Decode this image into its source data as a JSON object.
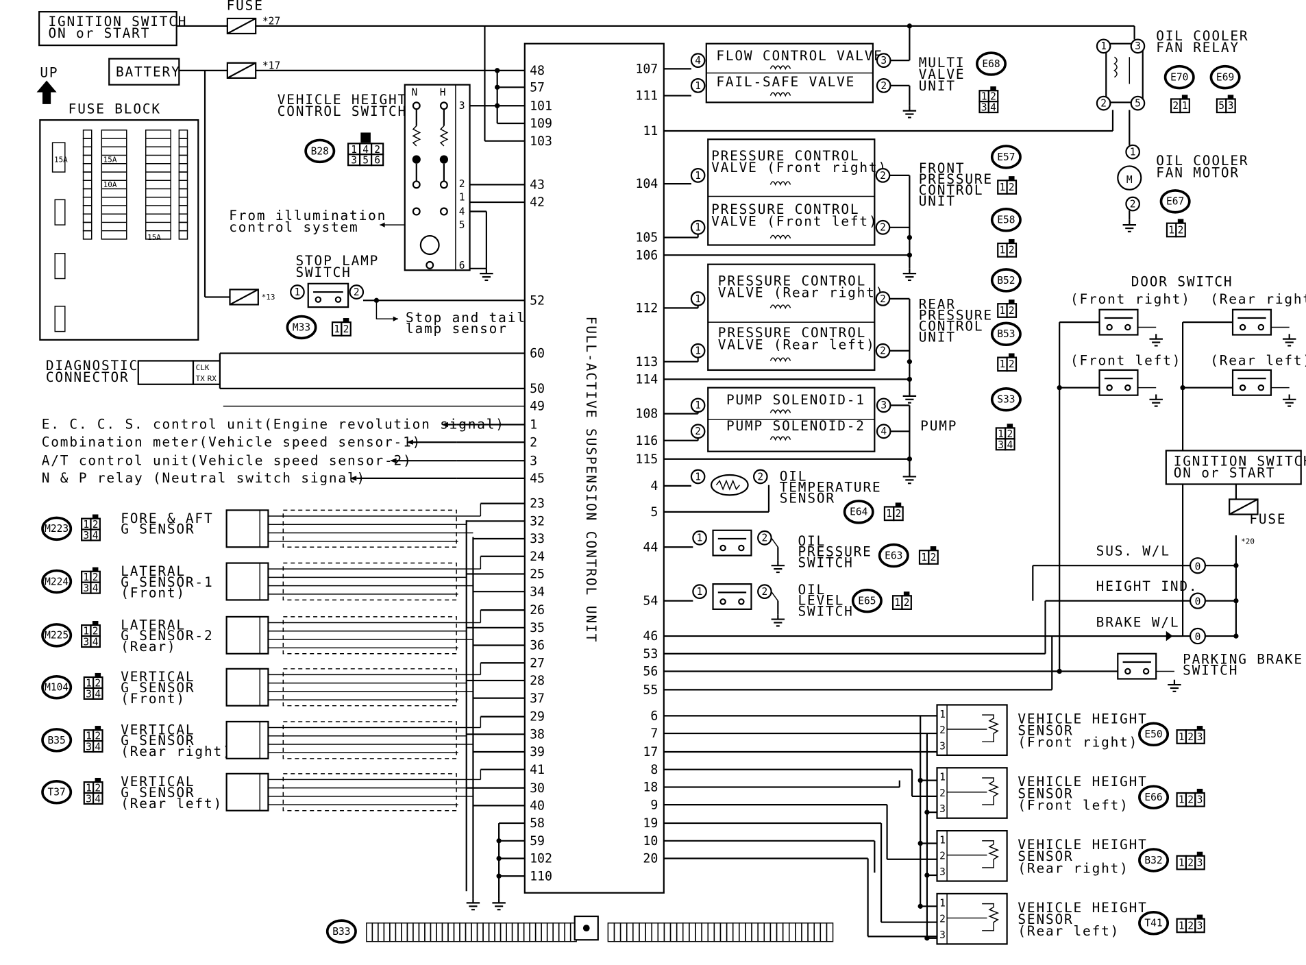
{
  "power": {
    "ign_switch": [
      "IGNITION SWITCH",
      "ON or START"
    ],
    "fuse_label": "FUSE",
    "fuse_27": "*27",
    "battery": "BATTERY",
    "fuse_17": "*17",
    "fuse_13": "*13",
    "up_label": "UP",
    "fuse_block_label": "FUSE BLOCK",
    "fuse_block_cells": [
      "15A",
      "10A",
      "15A",
      "15A"
    ]
  },
  "ecu": {
    "title": "FULL-ACTIVE SUSPENSION CONTROL UNIT",
    "left_pins": [
      "48",
      "57",
      "101",
      "109",
      "103",
      "43",
      "42",
      "52",
      "60",
      "50",
      "49",
      "1",
      "2",
      "3",
      "45",
      "23",
      "32",
      "33",
      "24",
      "25",
      "34",
      "26",
      "35",
      "36",
      "27",
      "28",
      "37",
      "29",
      "38",
      "39",
      "41",
      "30",
      "40",
      "58",
      "59",
      "102",
      "110"
    ],
    "right_pins": [
      "107",
      "111",
      "11",
      "104",
      "105",
      "106",
      "112",
      "113",
      "114",
      "108",
      "116",
      "115",
      "4",
      "5",
      "44",
      "54",
      "46",
      "53",
      "56",
      "55",
      "6",
      "7",
      "17",
      "8",
      "18",
      "9",
      "19",
      "10",
      "20"
    ],
    "connector_id": "B33"
  },
  "left_side": {
    "height_switch": [
      "VEHICLE HEIGHT",
      "CONTROL SWITCH"
    ],
    "height_switch_conn": "B28",
    "switch_cols": [
      "N",
      "H"
    ],
    "switch_pins": [
      "3",
      "2",
      "1",
      "4",
      "5",
      "6"
    ],
    "illumination": [
      "From illumination",
      "control system"
    ],
    "stop_lamp": [
      "STOP LAMP",
      "SWITCH"
    ],
    "stop_lamp_conn": "M33",
    "stop_tail": [
      "Stop and tail",
      "lamp sensor"
    ],
    "diag": [
      "DIAGNOSTIC",
      "CONNECTOR"
    ],
    "diag_pins": [
      "CLK",
      "TX",
      "RX"
    ],
    "signals": [
      "E. C. C. S.  control unit(Engine revolution signal)",
      "Combination meter(Vehicle speed sensor-1)",
      "A/T control unit(Vehicle speed sensor-2)",
      "N & P relay  (Neutral switch signal)"
    ],
    "g_sensors": [
      {
        "conn": "M223",
        "name": [
          "FORE & AFT",
          "G SENSOR"
        ]
      },
      {
        "conn": "M224",
        "name": [
          "LATERAL",
          "G SENSOR-1",
          "(Front)"
        ]
      },
      {
        "conn": "M225",
        "name": [
          "LATERAL",
          "G SENSOR-2",
          "(Rear)"
        ]
      },
      {
        "conn": "M104",
        "name": [
          "VERTICAL",
          "G SENSOR",
          "(Front)"
        ]
      },
      {
        "conn": "B35",
        "name": [
          "VERTICAL",
          "G SENSOR",
          "(Rear right)"
        ]
      },
      {
        "conn": "T37",
        "name": [
          "VERTICAL",
          "G SENSOR",
          "(Rear left)"
        ]
      }
    ]
  },
  "right_side": {
    "flow_valve": "FLOW CONTROL VALVE",
    "failsafe_valve": "FAIL-SAFE VALVE",
    "multi_valve": [
      "MULTI",
      "VALVE",
      "UNIT"
    ],
    "multi_conn": "E68",
    "oil_relay": [
      "OIL COOLER",
      "FAN RELAY"
    ],
    "relay_conns": [
      "E70",
      "E69"
    ],
    "oil_motor": [
      "OIL COOLER",
      "FAN MOTOR"
    ],
    "motor_conn": "E67",
    "pcv_fr": [
      "PRESSURE CONTROL",
      "VALVE  (Front right)"
    ],
    "pcv_fl": [
      "PRESSURE CONTROL",
      "VALVE  (Front left)"
    ],
    "front_unit": [
      "FRONT",
      "PRESSURE",
      "CONTROL",
      "UNIT"
    ],
    "front_conns": [
      "E57",
      "E58"
    ],
    "pcv_rr": [
      "PRESSURE CONTROL",
      "VALVE  (Rear right)"
    ],
    "pcv_rl": [
      "PRESSURE CONTROL",
      "VALVE  (Rear left)"
    ],
    "rear_unit": [
      "REAR",
      "PRESSURE",
      "CONTROL",
      "UNIT"
    ],
    "rear_conns": [
      "B52",
      "B53"
    ],
    "pump1": "PUMP SOLENOID-1",
    "pump2": "PUMP SOLENOID-2",
    "pump": "PUMP",
    "pump_conn": "S33",
    "oil_temp": [
      "OIL",
      "TEMPERATURE",
      "SENSOR"
    ],
    "oil_temp_conn": "E64",
    "oil_press": [
      "OIL",
      "PRESSURE",
      "SWITCH"
    ],
    "oil_press_conn": "E63",
    "oil_level": [
      "OIL",
      "LEVEL",
      "SWITCH"
    ],
    "oil_level_conn": "E65",
    "door_switch": "DOOR SWITCH",
    "door_positions": [
      "(Front right)",
      "(Rear right)",
      "(Front left)",
      "(Rear left)"
    ],
    "ign_switch2": [
      "IGNITION SWITCH",
      "ON or START"
    ],
    "fuse2": "FUSE",
    "fuse_20": "*20",
    "sus_wl": "SUS.  W/L",
    "height_ind": "HEIGHT IND.",
    "brake_wl": "BRAKE W/L",
    "parking_brake": [
      "PARKING BRAKE",
      "SWITCH"
    ],
    "height_sensors": [
      {
        "name": [
          "VEHICLE HEIGHT",
          "SENSOR",
          "(Front right)"
        ],
        "conn": "E50"
      },
      {
        "name": [
          "VEHICLE HEIGHT",
          "SENSOR",
          "(Front left)"
        ],
        "conn": "E66"
      },
      {
        "name": [
          "VEHICLE HEIGHT",
          "SENSOR",
          "(Rear right)"
        ],
        "conn": "B32"
      },
      {
        "name": [
          "VEHICLE HEIGHT",
          "SENSOR",
          "(Rear left)"
        ],
        "conn": "T41"
      }
    ]
  }
}
